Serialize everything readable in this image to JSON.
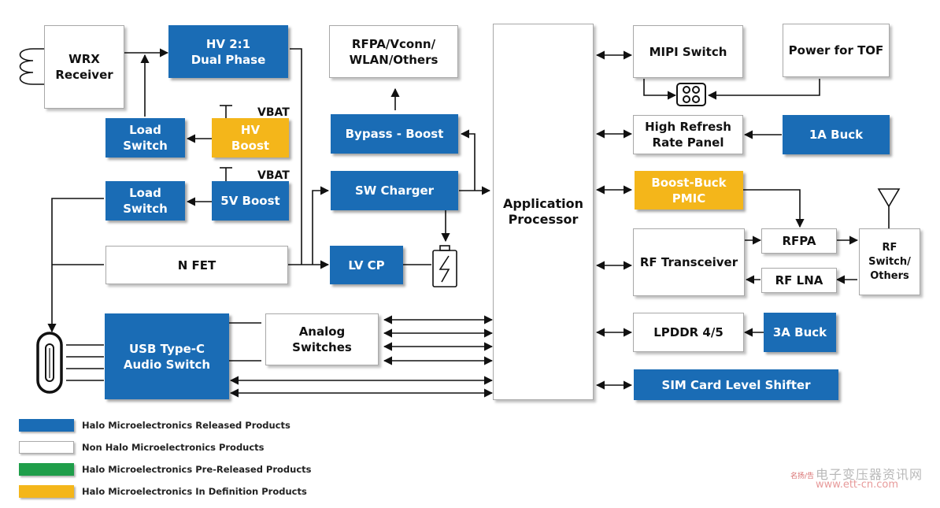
{
  "blocks": {
    "wrx": "WRX\nReceiver",
    "hv21": "HV 2:1\nDual Phase",
    "rfpa_vconn": "RFPA/Vconn/\nWLAN/Others",
    "app_proc": "Application\nProcessor",
    "mipi": "MIPI Switch",
    "tof": "Power for TOF",
    "load_switch_1": "Load\nSwitch",
    "hv_boost": "HV\nBoost",
    "bypass_boost": "Bypass - Boost",
    "high_refresh": "High Refresh\nRate Panel",
    "buck_1a": "1A Buck",
    "load_switch_2": "Load\nSwitch",
    "boost_5v": "5V Boost",
    "sw_charger": "SW Charger",
    "boost_buck": "Boost-Buck\nPMIC",
    "nfet": "N FET",
    "lvcp": "LV CP",
    "rf_transceiver": "RF Transceiver",
    "rfpa": "RFPA",
    "rf_lna": "RF LNA",
    "rf_switch": "RF\nSwitch/\nOthers",
    "usb_typec": "USB Type-C\nAudio Switch",
    "analog_switches": "Analog\nSwitches",
    "lpddr": "LPDDR 4/5",
    "buck_3a": "3A Buck",
    "sim": "SIM Card Level Shifter"
  },
  "labels": {
    "vbat_1": "VBAT",
    "vbat_2": "VBAT"
  },
  "legend": [
    {
      "text": "Halo Microelectronics Released Products",
      "color": "#1a6cb5"
    },
    {
      "text": "Non Halo Microelectronics Products",
      "color": "#ffffff"
    },
    {
      "text": "Halo Microelectronics Pre-Released Products",
      "color": "#1f9e4a"
    },
    {
      "text": "Halo Microelectronics In Definition Products",
      "color": "#f4b61a"
    }
  ],
  "watermark": {
    "line1": "电子变压器资讯网",
    "line2": "www.ett-cn.com",
    "badge": "名扬/告"
  },
  "colors": {
    "released": "#1a6cb5",
    "non_halo": "#ffffff",
    "pre_released": "#1f9e4a",
    "in_definition": "#f4b61a"
  }
}
